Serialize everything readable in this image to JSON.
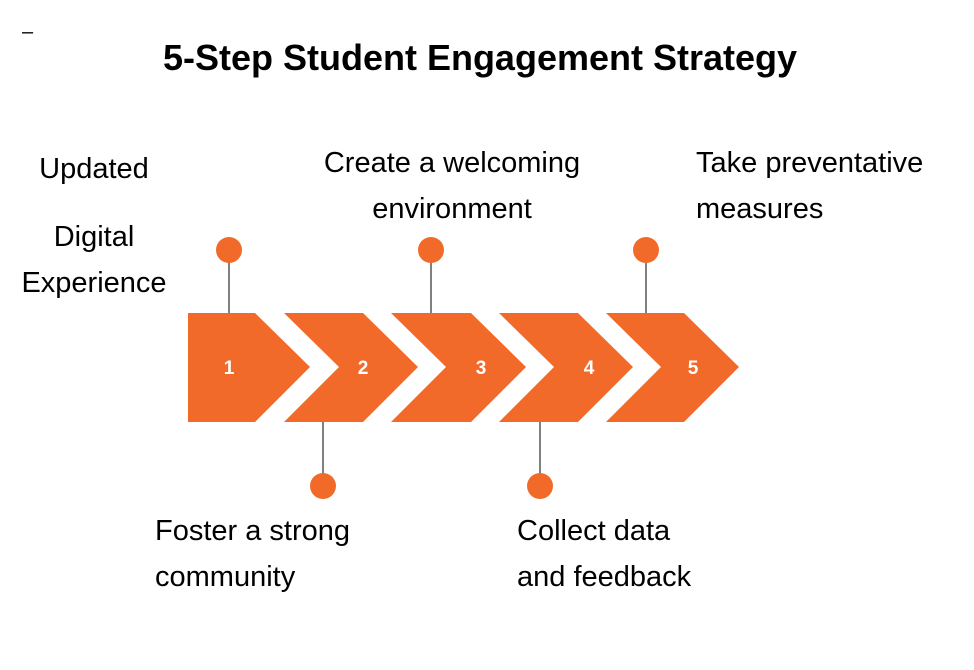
{
  "header": {
    "dash": "–",
    "title": "5-Step Student Engagement Strategy"
  },
  "side_label": {
    "line1": "Updated",
    "line2": "Digital",
    "line3": "Experience"
  },
  "steps": [
    {
      "number": "1",
      "label": []
    },
    {
      "number": "2",
      "label": [
        "Foster a strong",
        "community"
      ]
    },
    {
      "number": "3",
      "label": [
        "Create a welcoming",
        "environment"
      ]
    },
    {
      "number": "4",
      "label": [
        "Collect data",
        "and feedback"
      ]
    },
    {
      "number": "5",
      "label": [
        "Take preventative",
        "measures"
      ]
    }
  ],
  "colors": {
    "accent": "#F26A2A",
    "connector": "#555555",
    "text": "#000000"
  }
}
